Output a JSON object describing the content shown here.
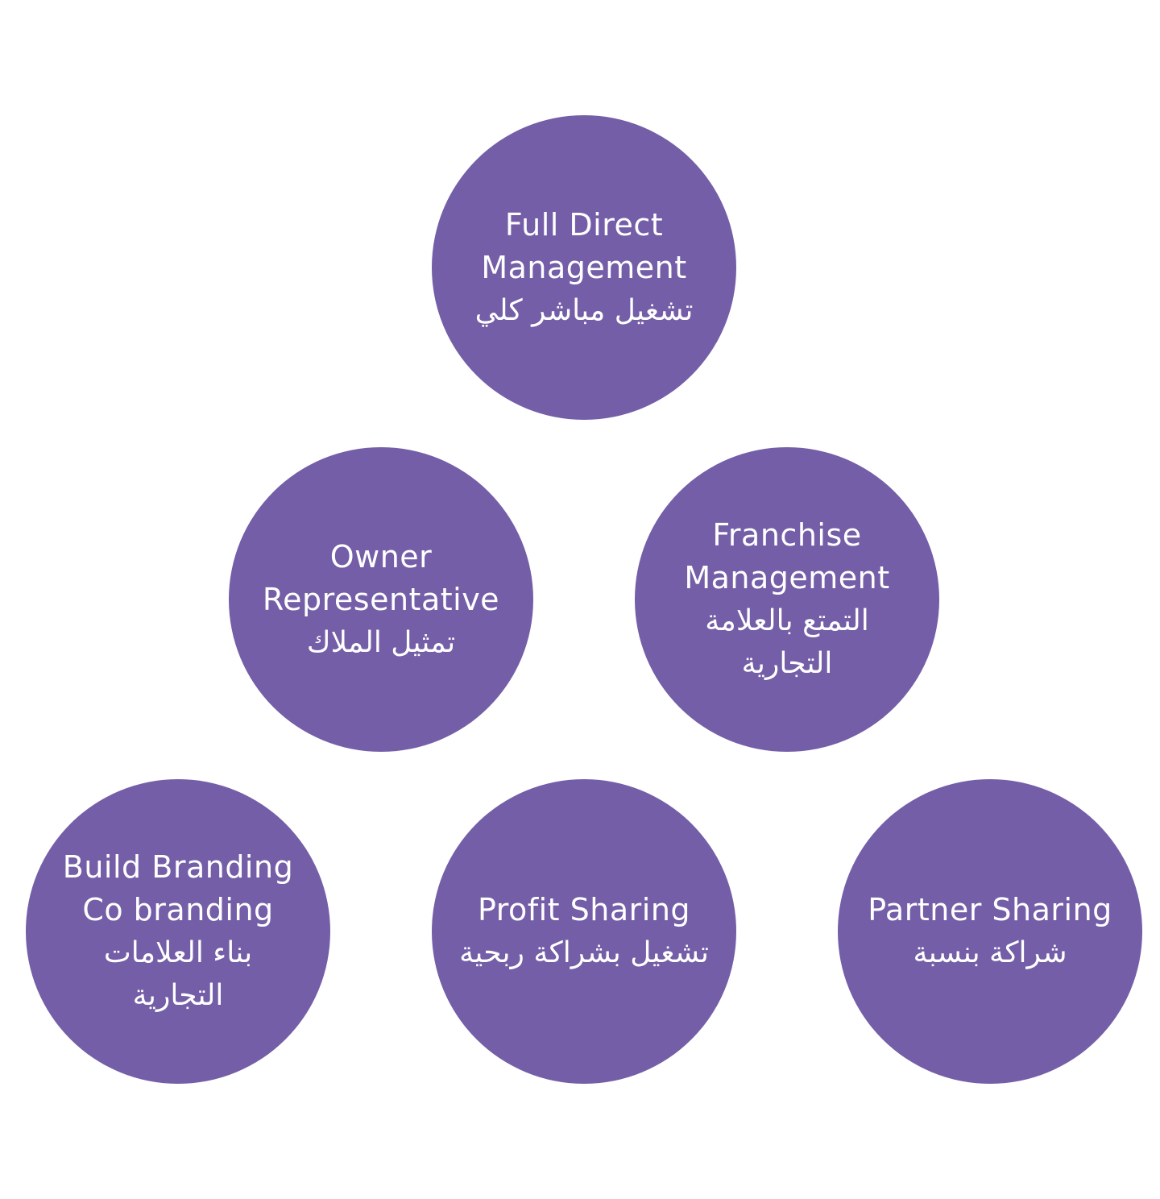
{
  "colors": {
    "circle_fill": "#735ea7",
    "text": "#ffffff",
    "background": "#ffffff"
  },
  "nodes": {
    "full_direct": {
      "lines": [
        "Full Direct",
        "Management",
        "تشغيل مباشر كلي"
      ]
    },
    "owner_rep": {
      "lines": [
        "Owner",
        "Representative",
        "تمثيل الملاك"
      ]
    },
    "franchise": {
      "lines": [
        "Franchise",
        "Management",
        "التمتع بالعلامة",
        "التجارية"
      ]
    },
    "build_branding": {
      "lines": [
        "Build Branding",
        "Co branding",
        "بناء العلامات",
        "التجارية"
      ]
    },
    "profit_sharing": {
      "lines": [
        "Profit Sharing",
        "تشغيل بشراكة ربحية"
      ]
    },
    "partner_sharing": {
      "lines": [
        "Partner Sharing",
        "شراكة بنسبة"
      ]
    }
  }
}
